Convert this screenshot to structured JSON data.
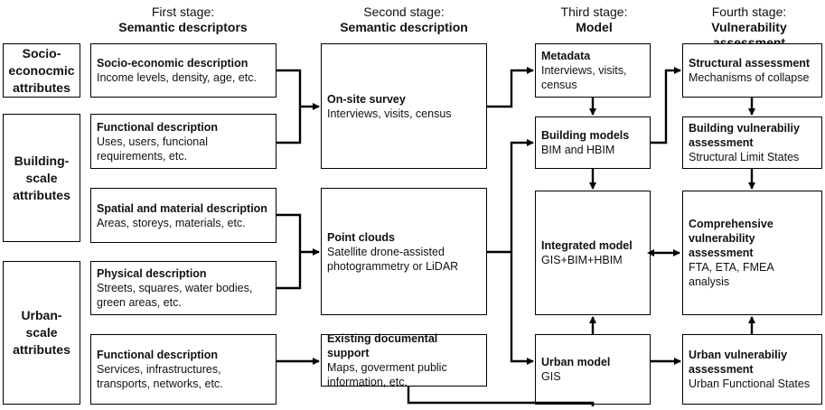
{
  "stages": [
    {
      "line1": "First stage:",
      "line2": "Semantic descriptors"
    },
    {
      "line1": "Second stage:",
      "line2": "Semantic description"
    },
    {
      "line1": "Third stage:",
      "line2": "Model"
    },
    {
      "line1": "Fourth stage:",
      "line2": "Vulnerability assessment"
    }
  ],
  "attributes": {
    "socio": "Socio-econocmic attributes",
    "building": "Building-scale attributes",
    "urban": "Urban-scale attributes"
  },
  "descriptors": {
    "socio_desc": {
      "title": "Socio-economic description",
      "body": "Income levels, density, age, etc."
    },
    "func_desc": {
      "title": "Functional description",
      "body": "Uses, users, funcional requirements, etc."
    },
    "spatial_desc": {
      "title": "Spatial and material description",
      "body": "Areas, storeys, materials, etc."
    },
    "physical_desc": {
      "title": "Physical description",
      "body": "Streets, squares, water bodies, green areas, etc."
    },
    "urban_func_desc": {
      "title": "Functional  description",
      "body": "Services, infrastructures, transports, networks, etc."
    }
  },
  "descriptions": {
    "onsite": {
      "title": "On-site survey",
      "body": "Interviews, visits, census"
    },
    "pointclouds": {
      "title": "Point clouds",
      "body": "Satellite drone-assisted photogrammetry or LiDAR"
    },
    "docsupport": {
      "title": "Existing documental support",
      "body": "Maps, goverment public information, etc."
    }
  },
  "models": {
    "metadata": {
      "title": "Metadata",
      "body": "Interviews, visits, census"
    },
    "building": {
      "title": "Building models",
      "body": "BIM and HBIM"
    },
    "integrated": {
      "title": "Integrated model",
      "body": "GIS+BIM+HBIM"
    },
    "urban": {
      "title": "Urban model",
      "body": "GIS"
    }
  },
  "assessments": {
    "structural": {
      "title": "Structural assessment",
      "body": "Mechanisms of collapse"
    },
    "building_vuln": {
      "title": "Building vulnerabiliy assessment",
      "body": "Structural Limit States"
    },
    "comprehensive": {
      "title": "Comprehensive vulnerability assessment",
      "body": "FTA, ETA, FMEA analysis"
    },
    "urban_vuln": {
      "title": "Urban vulnerabiliy assessment",
      "body": "Urban Functional States"
    }
  }
}
